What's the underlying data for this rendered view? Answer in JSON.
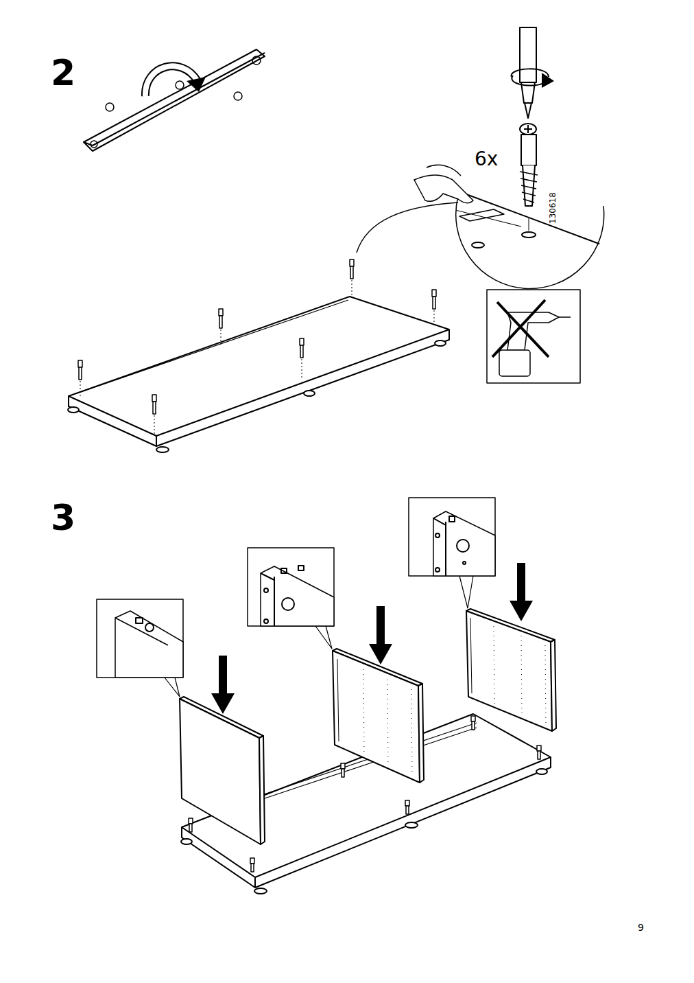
{
  "diagram": {
    "labels": [
      "2",
      "6x",
      "130618",
      "3",
      "9"
    ]
  }
}
